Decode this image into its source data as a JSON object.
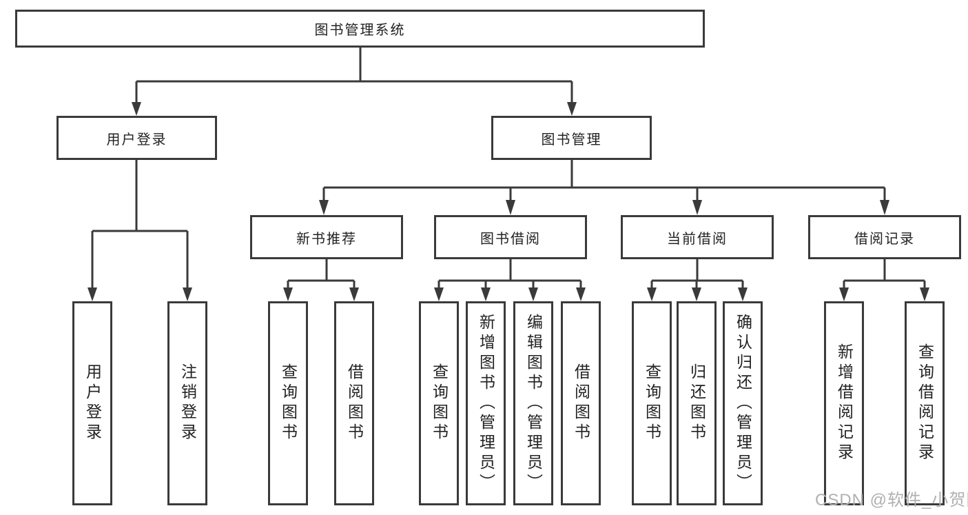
{
  "diagram": {
    "root": {
      "label": "图书管理系统"
    },
    "level2": [
      {
        "label": "用户登录"
      },
      {
        "label": "图书管理"
      }
    ],
    "level3": [
      {
        "label": "新书推荐"
      },
      {
        "label": "图书借阅"
      },
      {
        "label": "当前借阅"
      },
      {
        "label": "借阅记录"
      }
    ],
    "leaves": {
      "login": [
        "用户登录",
        "注销登录"
      ],
      "recommend": [
        "查询图书",
        "借阅图书"
      ],
      "borrow": [
        "查询图书",
        "新增图书（管理员）",
        "编辑图书（管理员）",
        "借阅图书"
      ],
      "current": [
        "查询图书",
        "归还图书",
        "确认归还（管理员）"
      ],
      "records": [
        "新增借阅记录",
        "查询借阅记录"
      ]
    }
  },
  "watermark": "CSDN @软件_小贺同学",
  "colors": {
    "line": "#3a3a3a",
    "text": "#222222",
    "watermark": "#b0b0b0",
    "background": "#ffffff"
  }
}
